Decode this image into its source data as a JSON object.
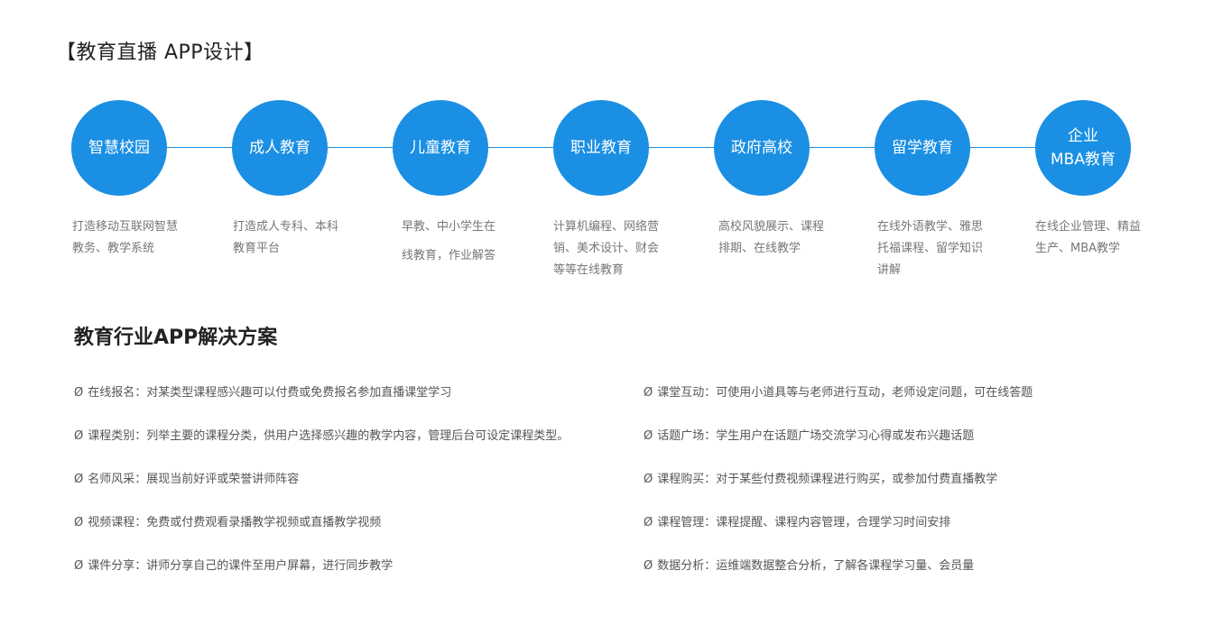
{
  "header": {
    "title": "【教育直播 APP设计】"
  },
  "timeline": {
    "nodes": [
      {
        "label": "智慧校园",
        "desc": "打造移动互联网智慧教务、教学系统"
      },
      {
        "label": "成人教育",
        "desc": "打造成人专科、本科教育平台"
      },
      {
        "label": "儿童教育",
        "desc": "早教、中小学生在线教育，作业解答"
      },
      {
        "label": "职业教育",
        "desc": "计算机编程、网络营销、美术设计、财会等等在线教育"
      },
      {
        "label": "政府高校",
        "desc": "高校风貌展示、课程排期、在线教学"
      },
      {
        "label": "留学教育",
        "desc": "在线外语教学、雅思托福课程、留学知识讲解"
      },
      {
        "label": "企业\nMBA教育",
        "desc": "在线企业管理、精益生产、MBA教学"
      }
    ]
  },
  "solutions": {
    "title": "教育行业APP解决方案",
    "bullet": "Ø",
    "left": [
      "在线报名：对某类型课程感兴趣可以付费或免费报名参加直播课堂学习",
      "课程类别：列举主要的课程分类，供用户选择感兴趣的教学内容，管理后台可设定课程类型。",
      "名师风采：展现当前好评或荣誉讲师阵容",
      "视频课程：免费或付费观看录播教学视频或直播教学视频",
      "课件分享：讲师分享自己的课件至用户屏幕，进行同步教学"
    ],
    "right": [
      "课堂互动：可使用小道具等与老师进行互动，老师设定问题，可在线答题",
      "话题广场：学生用户在话题广场交流学习心得或发布兴趣话题",
      "课程购买：对于某些付费视频课程进行购买，或参加付费直播教学",
      "课程管理：课程提醒、课程内容管理，合理学习时间安排",
      "数据分析：运维端数据整合分析，了解各课程学习量、会员量"
    ]
  },
  "colors": {
    "accent": "#1a8fe3",
    "text_dark": "#222222",
    "text_muted": "#777777"
  }
}
